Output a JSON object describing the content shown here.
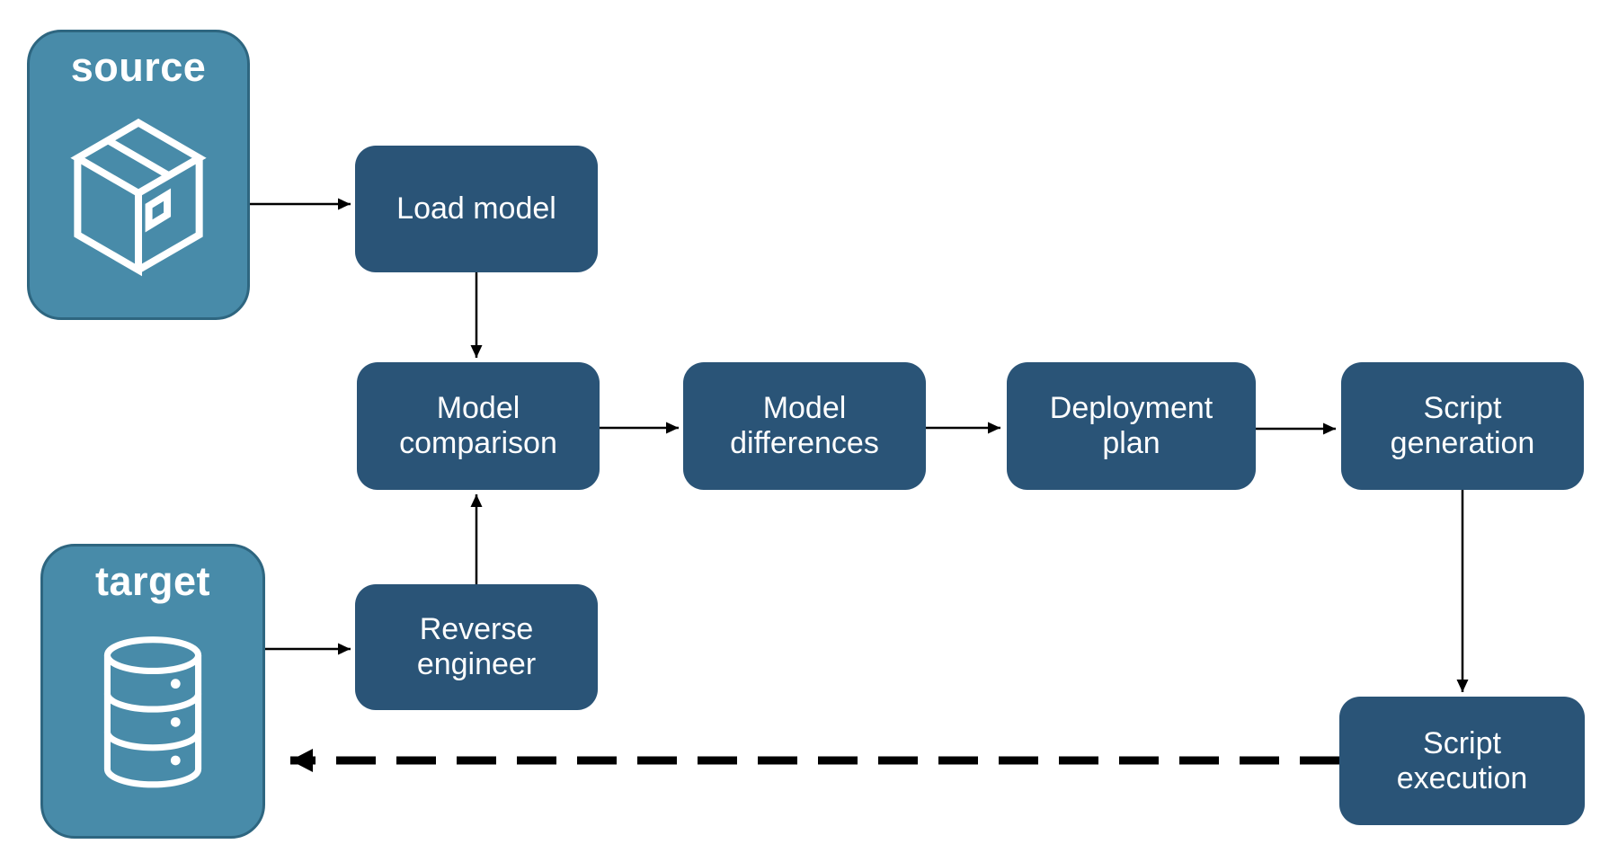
{
  "colors": {
    "background": "#ffffff",
    "node_fill": "#2A5477",
    "node_text": "#ffffff",
    "endpoint_fill": "#488BA9",
    "endpoint_border": "#2E6680",
    "endpoint_text": "#ffffff",
    "arrow": "#000000"
  },
  "endpoints": {
    "source": {
      "label": "source",
      "icon": "package-icon"
    },
    "target": {
      "label": "target",
      "icon": "database-icon"
    }
  },
  "nodes": {
    "load_model": {
      "label": "Load model"
    },
    "model_comparison": {
      "label": "Model comparison"
    },
    "model_differences": {
      "label": "Model differences"
    },
    "deployment_plan": {
      "label": "Deployment plan"
    },
    "script_generation": {
      "label": "Script generation"
    },
    "reverse_engineer": {
      "label": "Reverse engineer"
    },
    "script_execution": {
      "label": "Script execution"
    }
  },
  "edges": [
    {
      "from": "source",
      "to": "load_model",
      "style": "solid"
    },
    {
      "from": "load_model",
      "to": "model_comparison",
      "style": "solid"
    },
    {
      "from": "model_comparison",
      "to": "model_differences",
      "style": "solid"
    },
    {
      "from": "model_differences",
      "to": "deployment_plan",
      "style": "solid"
    },
    {
      "from": "deployment_plan",
      "to": "script_generation",
      "style": "solid"
    },
    {
      "from": "target",
      "to": "reverse_engineer",
      "style": "solid"
    },
    {
      "from": "reverse_engineer",
      "to": "model_comparison",
      "style": "solid"
    },
    {
      "from": "script_generation",
      "to": "script_execution",
      "style": "solid"
    },
    {
      "from": "script_execution",
      "to": "target",
      "style": "dashed"
    }
  ]
}
